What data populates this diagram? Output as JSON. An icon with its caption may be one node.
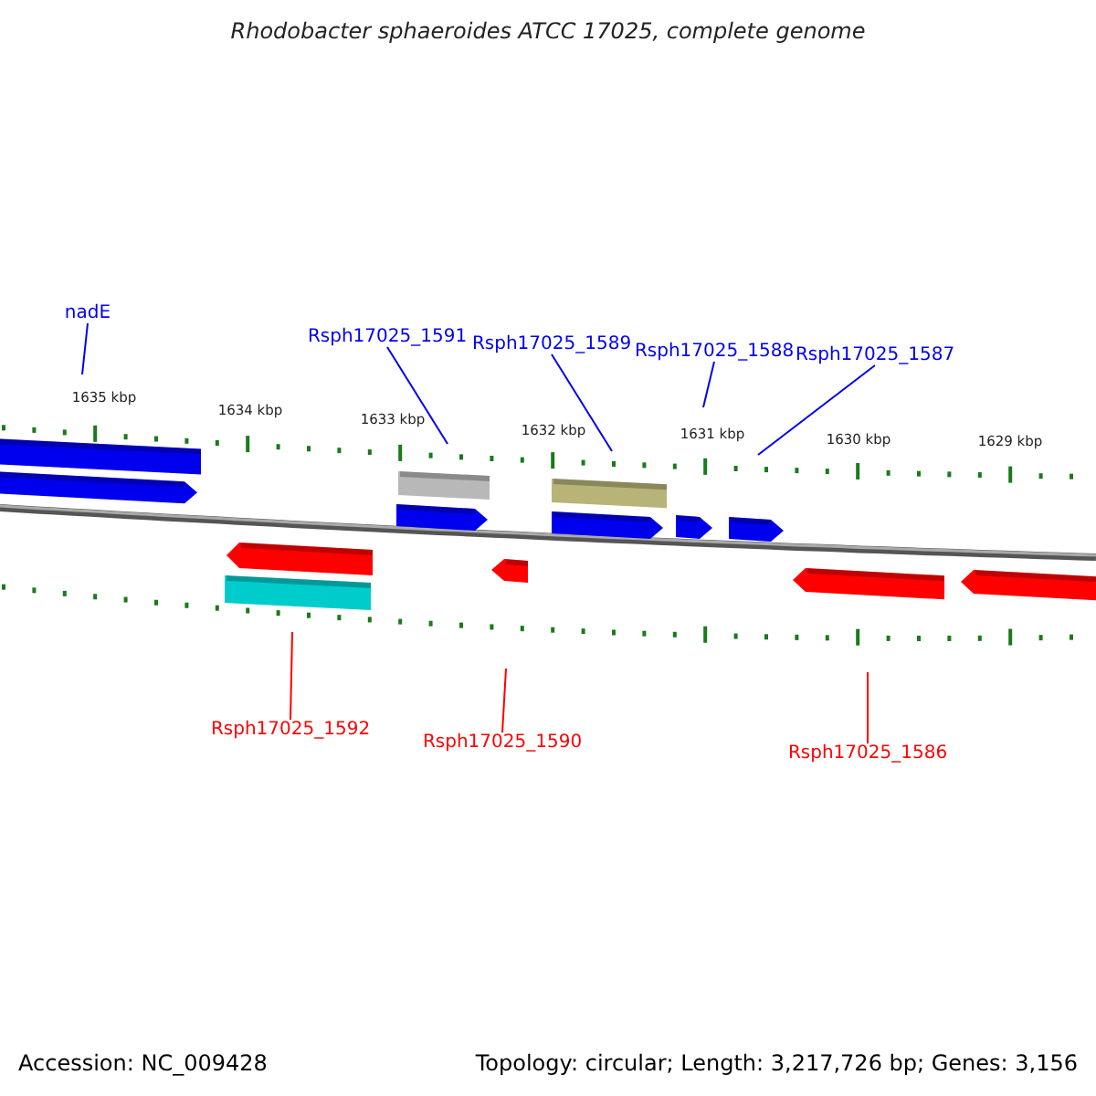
{
  "diagram": {
    "title": "Rhodobacter sphaeroides ATCC 17025, complete genome",
    "nodes": [
      {
        "text": [
          "nadE"
        ]
      },
      {
        "text": [
          "Rsph17025_1591"
        ]
      },
      {
        "text": [
          "Rsph17025_1589"
        ]
      },
      {
        "text": [
          "Rsph17025_1588"
        ]
      },
      {
        "text": [
          "Rsph17025_1587"
        ]
      },
      {
        "text": [
          "Rsph17025_1592"
        ]
      },
      {
        "text": [
          "Rsph17025_1590"
        ]
      },
      {
        "text": [
          "Rsph17025_1586"
        ]
      }
    ],
    "edges": [
      {
        "from": 0,
        "to": null,
        "arrow": "none"
      },
      {
        "from": 1,
        "to": null,
        "arrow": "none"
      },
      {
        "from": 2,
        "to": null,
        "arrow": "none"
      },
      {
        "from": 3,
        "to": null,
        "arrow": "none"
      },
      {
        "from": 4,
        "to": null,
        "arrow": "none"
      },
      {
        "from": 5,
        "to": null,
        "arrow": "none",
        "color": "#ff0000"
      },
      {
        "from": 6,
        "to": null,
        "arrow": "none",
        "color": "#ff0000"
      },
      {
        "from": 7,
        "to": null,
        "arrow": "none",
        "color": "#ff0000"
      }
    ],
    "labels": [
      "1635 kbp",
      "1634 kbp",
      "1633 kbp",
      "1632 kbp",
      "1631 kbp",
      "1630 kbp",
      "1629 kbp",
      "Accession: NC_009428",
      "Topology: circular; Length: 3,217,726 bp; Genes: 3,156"
    ]
  }
}
